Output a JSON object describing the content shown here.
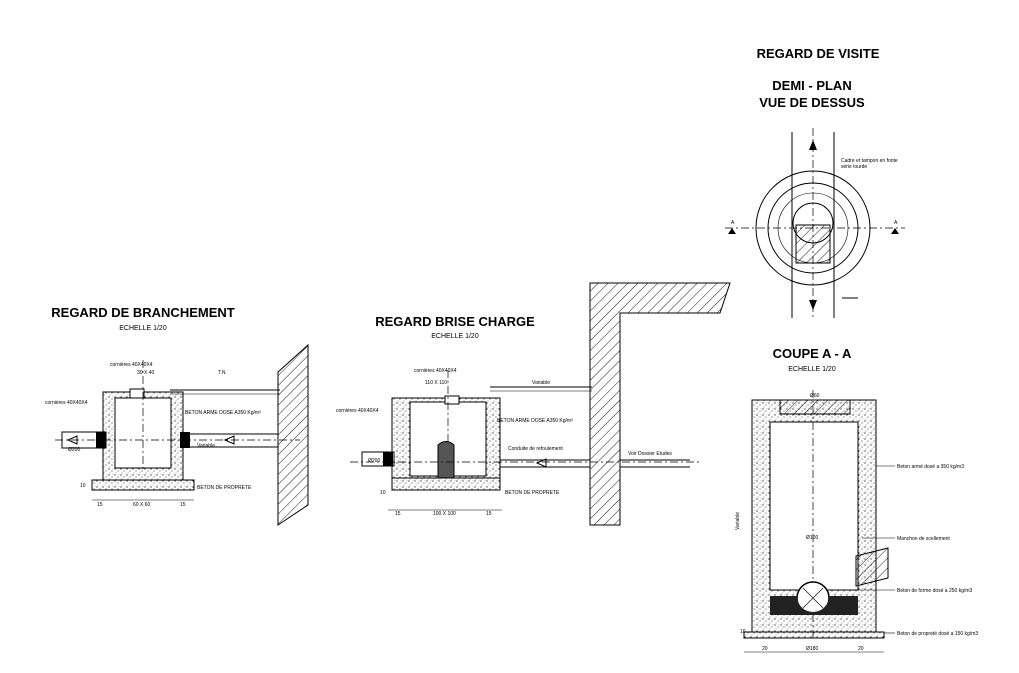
{
  "titles": {
    "branchement": "REGARD DE BRANCHEMENT",
    "branchement_scale": "ECHELLE 1/20",
    "brise_charge": "REGARD BRISE CHARGE",
    "brise_charge_scale": "ECHELLE 1/20",
    "visite": "REGARD DE VISITE",
    "demi_plan": "DEMI - PLAN",
    "vue_dessus": "VUE DE DESSUS",
    "coupe": "COUPE   A  -  A",
    "coupe_scale": "ECHELLE 1/20"
  },
  "branchement": {
    "corniere1": "cornières 40X40X4",
    "corniere2": "cornières 40X40X4",
    "dim_top": "30 X 40",
    "tn": "T.N",
    "beton_arme": "BETON ARME DOSE A350 Kg/m³",
    "variable": "Variable",
    "beton_proprete": "BETON DE PROPRETE",
    "dim_bottom": "60 X 60",
    "d15a": "15",
    "d15b": "15",
    "d10": "10",
    "pipe": "Ø200"
  },
  "brise": {
    "corniere1": "cornières 40X40X4",
    "corniere2": "cornières 40X40X4",
    "dim_top": "110 X 110",
    "variable": "Variable",
    "beton_arme": "BETON ARME DOSE A350 Kg/m³",
    "conduite": "Conduite de refoulement",
    "voir": "Voir Dossier Etudes",
    "beton_proprete": "BETON DE PROPRETE",
    "dim_bottom": "100 X 100",
    "d15a": "15",
    "d15b": "15",
    "d10": "10",
    "pipe": "Ø200"
  },
  "visite": {
    "cadre": "Cadre et tampon en fonte",
    "cadre2": "série lourde",
    "a_left": "A",
    "a_right": "A"
  },
  "coupe": {
    "beton_arme": "Beton armé dosé a 350 kg/m3",
    "manchon": "Manchon de scellement",
    "forme": "Beton de forme dosé a 250 kg/m3",
    "proprete": "Beton de propreté dosé a 150 kg/m3",
    "d100": "Ø100",
    "variable": "Variable",
    "d20a": "20",
    "d20b": "20",
    "d180": "Ø180",
    "d10": "10",
    "d60": "Ø60"
  }
}
